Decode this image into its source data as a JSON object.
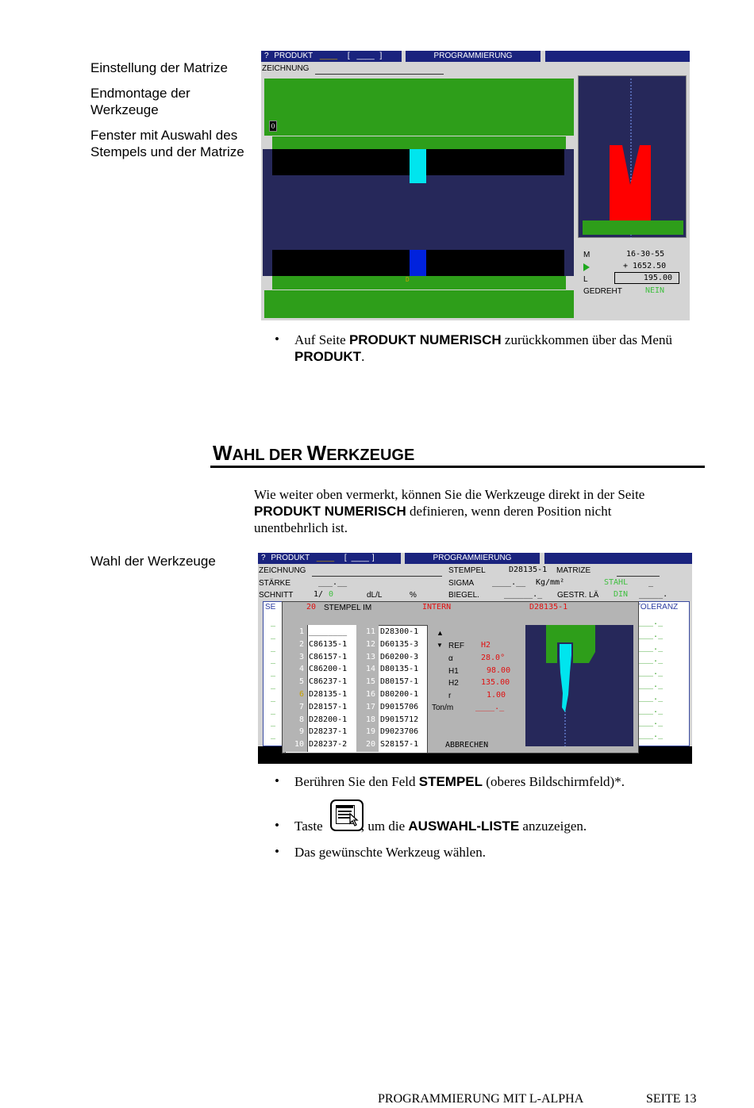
{
  "margin_notes": {
    "n1": "Einstellung der Matrize",
    "n2": "Endmontage der Werkzeuge",
    "n3": "Fenster mit Auswahl des Stempels und der Matrize",
    "n4": "Wahl der Werkzeuge"
  },
  "screen1": {
    "q": "?",
    "produkt": "PRODUKT",
    "bracket_open": "[",
    "bracket_close": "]",
    "prog": "PROGRAMMIERUNG",
    "zeichnung": "ZEICHNUNG",
    "marker0": "0",
    "m_label": "M",
    "m_value": "16-30-55",
    "pos_value": "+ 1652.50",
    "l_label": "L",
    "l_value": "195.00",
    "gedreht": "GEDREHT",
    "nein": "NEIN",
    "small_d": "D"
  },
  "bullets1": {
    "b1_pre": "Auf Seite ",
    "b1_bold": "PRODUKT NUMERISCH",
    "b1_mid": " zurückkommen über das Menü",
    "b1_bold2": "PRODUKT",
    "b1_end": "."
  },
  "section": {
    "title_W": "W",
    "title_rest1": "AHL DER ",
    "title_W2": "W",
    "title_rest2": "ERKZEUGE"
  },
  "para": {
    "p1": "Wie weiter oben vermerkt, können Sie die Werkzeuge direkt in der Seite",
    "p2_bold": "PRODUKT NUMERISCH",
    "p2_rest": " definieren, wenn deren Position nicht",
    "p3": "unentbehrlich ist."
  },
  "screen2": {
    "q": "?",
    "produkt": "PRODUKT",
    "prog": "PROGRAMMIERUNG",
    "zeichnung": "ZEICHNUNG",
    "starke": "STÄRKE",
    "starke_val": "___.__",
    "schnitt": "SCHNITT",
    "schnitt_val": "1/",
    "schnitt_zero": "0",
    "dll": "dL/L",
    "pct": "%",
    "stempel": "STEMPEL",
    "stempel_val": "D28135-1",
    "matrize": "MATRIZE",
    "sigma": "SIGMA",
    "sigma_val": "____.__",
    "kgmm": "Kg/mm²",
    "stahl": "STAHL",
    "biegel": "BIEGEL.",
    "gestr": "GESTR. LÄ",
    "din": "DIN",
    "se": "SE",
    "toleranz": "TOLERANZ",
    "popup_count": "20",
    "popup_title": "STEMPEL IM",
    "popup_intern": "INTERN",
    "popup_sel": "D28135-1",
    "left_nums": [
      "1",
      "2",
      "3",
      "4",
      "5",
      "6",
      "7",
      "8",
      "9",
      "10"
    ],
    "left_items": [
      "________",
      "C86135-1",
      "C86157-1",
      "C86200-1",
      "C86237-1",
      "D28135-1",
      "D28157-1",
      "D28200-1",
      "D28237-1",
      "D28237-2"
    ],
    "right_nums": [
      "11",
      "12",
      "13",
      "14",
      "15",
      "16",
      "17",
      "18",
      "19",
      "20"
    ],
    "right_items": [
      "D28300-1",
      "D60135-3",
      "D60200-3",
      "D80135-1",
      "D80157-1",
      "D80200-1",
      "D9015706",
      "D9015712",
      "D9023706",
      "S28157-1"
    ],
    "ref_label": "REF",
    "ref_val": "H2",
    "alpha_label": "α",
    "alpha_val": "28.0°",
    "h1_label": "H1",
    "h1_val": "98.00",
    "h2_label": "H2",
    "h2_val": "135.00",
    "r_label": "r",
    "r_val": "1.00",
    "ton_label": "Ton/m",
    "ton_val": "____._",
    "abbrechen": "ABBRECHEN",
    "up_arrow": "▲",
    "down_arrow": "▼"
  },
  "bullets2": {
    "b1_pre": "Berühren Sie den Feld ",
    "b1_bold": "STEMPEL",
    "b1_end": " (oberes Bildschirmfeld)*.",
    "b2_pre": "Taste ",
    "b2_mid": ", um die ",
    "b2_bold": "AUSWAHL-LISTE",
    "b2_end": " anzuzeigen.",
    "b3": "Das gewünschte Werkzeug wählen."
  },
  "footer": {
    "left": "PROGRAMMIERUNG MIT L-ALPHA",
    "right": "SEITE 13"
  },
  "colors": {
    "green": "#2e9e1a",
    "navy": "#26285a",
    "header_blue": "#1a237e",
    "cyan": "#00e5ee",
    "red": "#ff0000",
    "blue": "#0022dd"
  }
}
